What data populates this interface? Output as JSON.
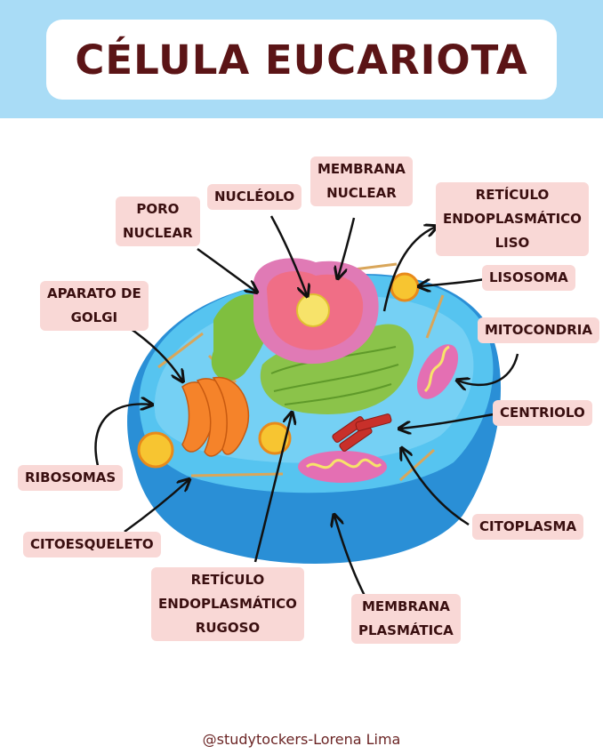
{
  "title": "CÉLULA EUCARIOTA",
  "labels": {
    "poro_nuclear": [
      "PORO",
      "NUCLEAR"
    ],
    "nucleolo": [
      "NUCLÉOLO"
    ],
    "membrana_nuclear": [
      "MEMBRANA",
      "NUCLEAR"
    ],
    "reticulo_liso": [
      "RETÍCULO",
      "ENDOPLASMÁTICO",
      "LISO"
    ],
    "lisosoma": [
      "LISOSOMA"
    ],
    "aparato_golgi": [
      "APARATO DE",
      "GOLGI"
    ],
    "mitocondria": [
      "MITOCONDRIA"
    ],
    "centriolo": [
      "CENTRIOLO"
    ],
    "ribosomas": [
      "RIBOSOMAS"
    ],
    "citoplasma": [
      "CITOPLASMA"
    ],
    "citoesqueleto": [
      "CITOESQUELETO"
    ],
    "reticulo_rugoso": [
      "RETÍCULO",
      "ENDOPLASMÁTICO",
      "RUGOSO"
    ],
    "membrana_plasmatica": [
      "MEMBRANA",
      "PLASMÁTICA"
    ]
  },
  "footer": "@studytockers-Lorena Lima",
  "colors": {
    "header_bg": "#a9dcf6",
    "title": "#5b1416",
    "label_bg": "#f9d8d6",
    "cell_blue": "#3cb4ec",
    "er_green": "#8bc34a",
    "nucleus_pink": "#e8559a"
  }
}
